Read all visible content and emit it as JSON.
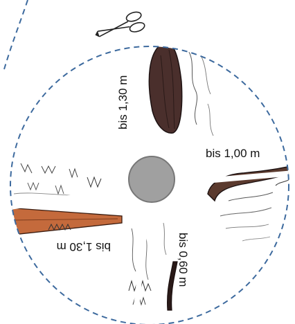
{
  "disc": {
    "labels": {
      "top": "bis 1,30 m",
      "right": "bis 1,00 m",
      "bottom": "bis 0,60 m",
      "left": "bis 1,30 m"
    }
  },
  "icons": {
    "scissors": "scissors-icon"
  },
  "colors": {
    "dash_line": "#3d6a9e",
    "hub": "#a0a0a0",
    "hub_stroke": "#777777",
    "root_dark": "#4a2f2c",
    "root_brown": "#5b3a2e",
    "root_orange": "#c46a3c"
  }
}
